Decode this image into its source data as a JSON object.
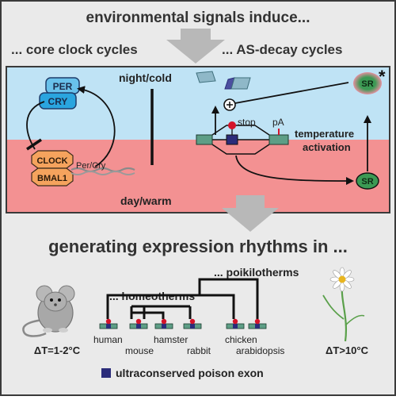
{
  "header": {
    "title": "environmental signals induce..."
  },
  "left_panel": {
    "title": "... core clock cycles"
  },
  "right_panel": {
    "title": "... AS-decay cycles"
  },
  "clock": {
    "per": "PER",
    "cry": "CRY",
    "clock": "CLOCK",
    "bmal1": "BMAL1",
    "gene": "Per/Cry"
  },
  "phase_labels": {
    "night": "night/cold",
    "day": "day/warm"
  },
  "as_decay": {
    "stop": "stop",
    "pa": "pA",
    "temperature": "temperature",
    "activation": "activation",
    "sr": "SR",
    "sr_active": "SR",
    "star": "*"
  },
  "bottom": {
    "title": "generating expression rhythms in ...",
    "homeotherms": "... homeotherms",
    "poikilotherms": "... poikilotherms",
    "species": [
      "human",
      "mouse",
      "hamster",
      "rabbit",
      "chicken",
      "arabidopsis"
    ],
    "delta_warm": "ΔT=1-2°C",
    "delta_cold": "ΔT>10°C",
    "legend": "ultraconserved poison exon"
  },
  "colors": {
    "night_band": "#bfe3f5",
    "day_band": "#f39192",
    "panel_bg": "#eaeaea",
    "border": "#3a3a3a",
    "exon_green": "#5d9e86",
    "exon_purple": "#2b2c7a",
    "stop_red": "#d4142a",
    "sr_green": "#3c9a54",
    "per_blue": "#69c1eb",
    "cry_blue": "#2aa5df",
    "clock_orange": "#f5a35d",
    "arrow_gray": "#b4b4b4"
  }
}
